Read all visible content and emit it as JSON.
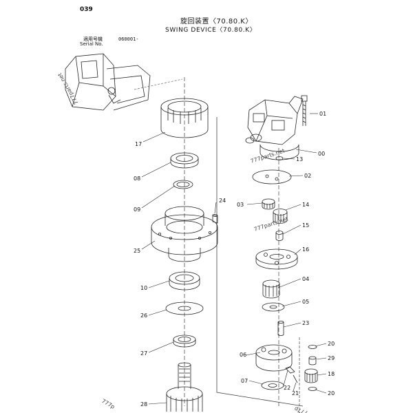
{
  "header": {
    "page_number": "039",
    "title_ja": "旋回装置〈70.80.K〉",
    "title_en": "SWING DEVICE〈70.80.K〉",
    "serial_label_ja": "適用号機",
    "serial_value": "060001-",
    "serial_label_en": "Serial No."
  },
  "callouts": [
    "01",
    "00",
    "13",
    "02",
    "03",
    "14",
    "15",
    "16",
    "04",
    "05",
    "23",
    "20",
    "29",
    "18",
    "20",
    "06",
    "22",
    "21",
    "07",
    "17",
    "08",
    "09",
    "24",
    "25",
    "10",
    "26",
    "27",
    "28"
  ],
  "watermarks": [
    "777parts.net",
    "777parts.net",
    "777parts.net",
    "777p",
    "777p"
  ]
}
